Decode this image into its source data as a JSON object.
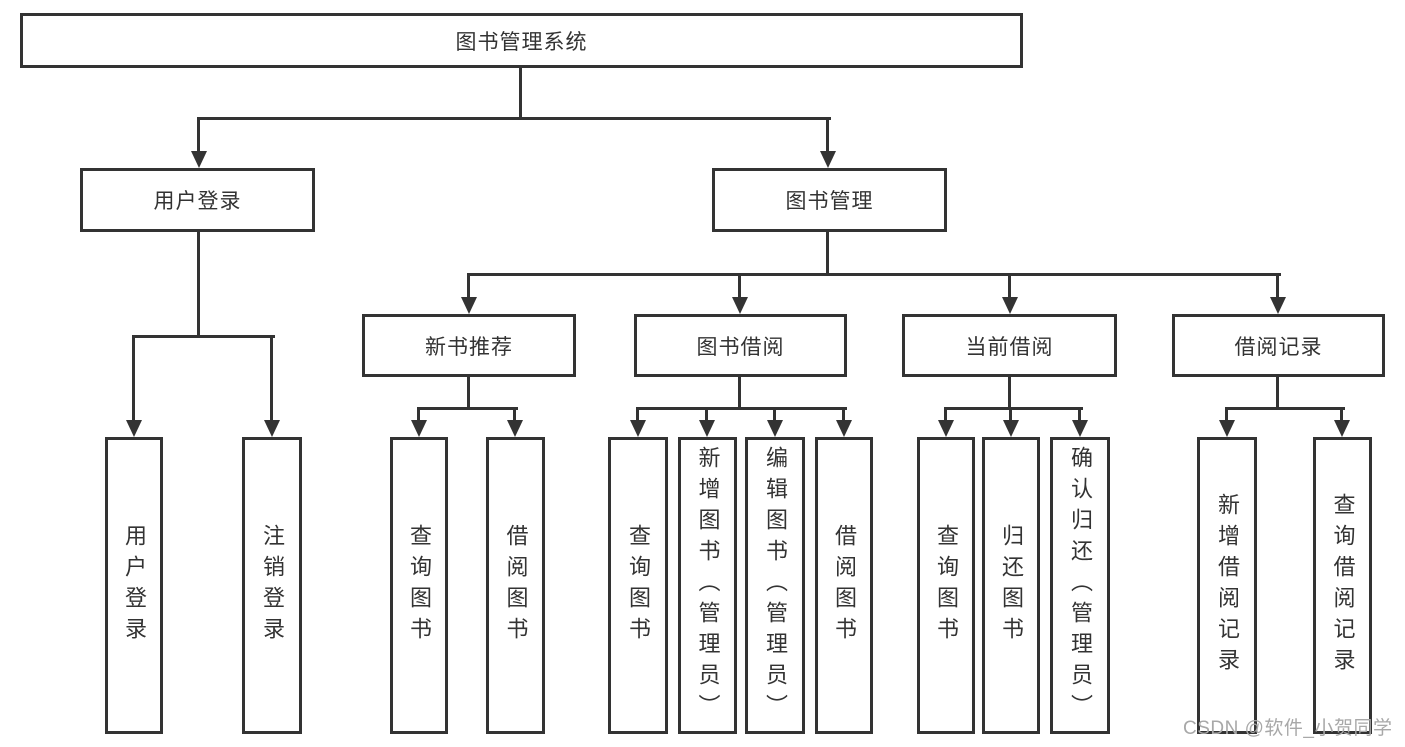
{
  "tree": {
    "label": "图书管理系统",
    "children": [
      {
        "label": "用户登录",
        "children": [
          {
            "label": "用户登录"
          },
          {
            "label": "注销登录"
          }
        ]
      },
      {
        "label": "图书管理",
        "children": [
          {
            "label": "新书推荐",
            "children": [
              {
                "label": "查询图书"
              },
              {
                "label": "借阅图书"
              }
            ]
          },
          {
            "label": "图书借阅",
            "children": [
              {
                "label": "查询图书"
              },
              {
                "label": "新增图书（管理员）"
              },
              {
                "label": "编辑图书（管理员）"
              },
              {
                "label": "借阅图书"
              }
            ]
          },
          {
            "label": "当前借阅",
            "children": [
              {
                "label": "查询图书"
              },
              {
                "label": "归还图书"
              },
              {
                "label": "确认归还（管理员）"
              }
            ]
          },
          {
            "label": "借阅记录",
            "children": [
              {
                "label": "新增借阅记录"
              },
              {
                "label": "查询借阅记录"
              }
            ]
          }
        ]
      }
    ]
  },
  "watermark": {
    "text": "CSDN @软件_小贺同学",
    "color": "#a8a8a8"
  },
  "colors": {
    "line": "#333333",
    "box_border": "#333333",
    "text": "#333333",
    "background": "#ffffff"
  }
}
